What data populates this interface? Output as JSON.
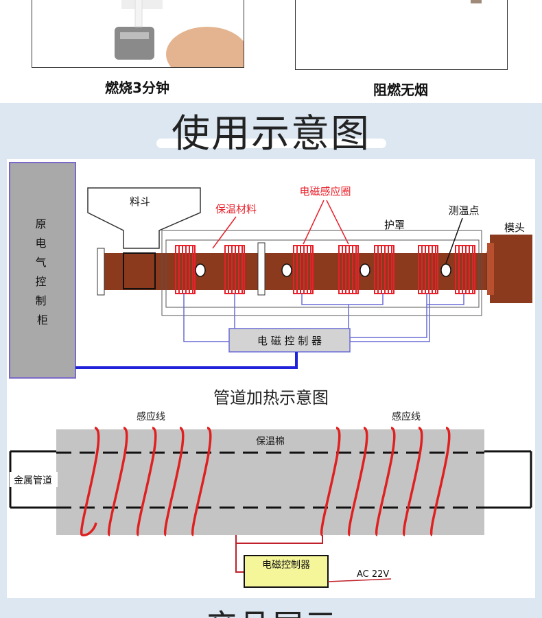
{
  "top": {
    "left_caption": "燃烧3分钟",
    "right_caption": "阻燃无烟"
  },
  "section_title": "使用示意图",
  "diagram1": {
    "cabinet_label": "原\n电\n气\n控\n制\n柜",
    "cabinet_chars": [
      "原",
      "电",
      "气",
      "控",
      "制",
      "柜"
    ],
    "hopper_label": "料斗",
    "insulation_label": "保温材料",
    "coil_label": "电磁感应圈",
    "cover_label": "护罩",
    "temp_point_label": "测温点",
    "die_label": "模头",
    "controller_label": "电 磁 控 制 器"
  },
  "diagram2": {
    "title": "管道加热示意图",
    "coil_label_left": "感应线",
    "coil_label_right": "感应线",
    "wool_label": "保温棉",
    "pipe_label": "金属管道",
    "controller_label": "电磁控制器",
    "power_label": "AC 22V"
  },
  "bottom_title_partial": "产品展示",
  "colors": {
    "band": "#dce7f2",
    "cabinet": "#a9a9a9",
    "barrel": "#8b3a1e",
    "coil": "#e8202a",
    "wire": "#6b6bd6",
    "controller2": "#f5f59a",
    "wool": "#c4c4c4"
  }
}
